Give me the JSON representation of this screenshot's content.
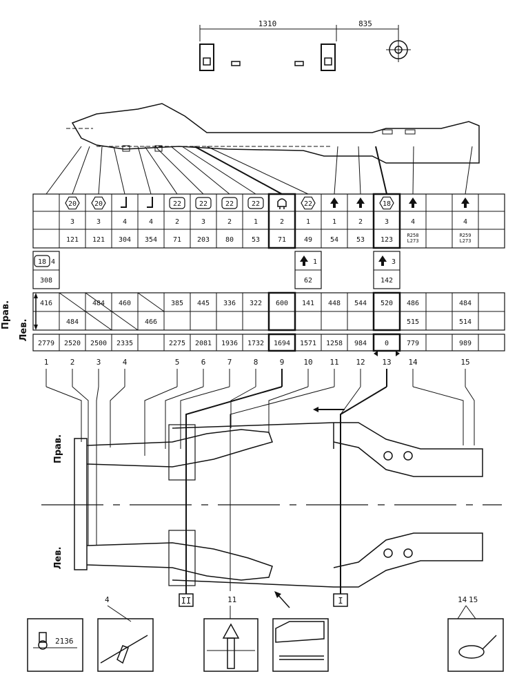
{
  "top_dims": {
    "d1": "1310",
    "d2": "835"
  },
  "icons": {
    "hex": "hexagon-bolt-icon",
    "arrow": "up-arrow-icon",
    "hook": "hook-icon",
    "mount": "mount-icon"
  },
  "columns": [
    {
      "icon": "",
      "qty": "",
      "size": ""
    },
    {
      "icon": "hex",
      "iconLabel": "20",
      "qty": "3",
      "size": "121"
    },
    {
      "icon": "hex",
      "iconLabel": "20",
      "qty": "3",
      "size": "121"
    },
    {
      "icon": "hook",
      "qty": "4",
      "size": "304"
    },
    {
      "icon": "hook",
      "qty": "4",
      "size": "354"
    },
    {
      "icon": "rect",
      "iconLabel": "22",
      "qty": "2",
      "size": "71"
    },
    {
      "icon": "rect",
      "iconLabel": "22",
      "qty": "3",
      "size": "203"
    },
    {
      "icon": "rect",
      "iconLabel": "22",
      "qty": "2",
      "size": "80"
    },
    {
      "icon": "rect",
      "iconLabel": "22",
      "qty": "1",
      "size": "53"
    },
    {
      "icon": "mount",
      "qty": "2",
      "size": "71"
    },
    {
      "icon": "hex",
      "iconLabel": "22",
      "qty": "1",
      "size": "49"
    },
    {
      "icon": "arrow",
      "qty": "1",
      "size": "54"
    },
    {
      "icon": "arrow",
      "qty": "2",
      "size": "53"
    },
    {
      "icon": "hex",
      "iconLabel": "18",
      "qty": "3",
      "size": "123"
    },
    {
      "icon": "arrow",
      "qty": "4",
      "size": "R258\nL273"
    },
    {
      "icon": "",
      "qty": "",
      "size": ""
    },
    {
      "icon": "arrow",
      "qty": "4",
      "size": "R259\nL273"
    },
    {
      "icon": "",
      "qty": "",
      "size": ""
    }
  ],
  "extra": [
    {
      "col": 0,
      "icon": "rect",
      "iconLabel": "18",
      "qty": "4",
      "size": "308"
    },
    {
      "col": 10,
      "icon": "arrow",
      "qty": "1",
      "size": "62"
    },
    {
      "col": 13,
      "icon": "arrow",
      "qty": "3",
      "size": "142"
    }
  ],
  "row_labels": {
    "right": "Прав.",
    "left": "Лев."
  },
  "right_vals": [
    "416",
    "",
    "484",
    "460",
    "",
    "385",
    "445",
    "336",
    "322",
    "600",
    "141",
    "448",
    "544",
    "520",
    "486",
    "",
    "484",
    ""
  ],
  "left_vals": [
    "",
    "484",
    "",
    "",
    "466",
    "",
    "",
    "",
    "",
    "",
    "",
    "",
    "",
    "",
    "515",
    "",
    "514",
    ""
  ],
  "distances": [
    "2779",
    "2520",
    "2500",
    "2335",
    "",
    "2275",
    "2081",
    "1936",
    "1732",
    "1694",
    "1571",
    "1258",
    "984",
    "0",
    "779",
    "",
    "989",
    ""
  ],
  "points": [
    "1",
    "2",
    "3",
    "4",
    "5",
    "6",
    "7",
    "8",
    "9",
    "10",
    "11",
    "12",
    "13",
    "14",
    "15"
  ],
  "frame_labels": {
    "right": "Прав.",
    "left": "Лев."
  },
  "sections": {
    "ii": "II",
    "i": "I"
  },
  "callouts": {
    "c1": "4",
    "c2": "11",
    "c3": "14",
    "c4": "15"
  },
  "inset_value": "2136"
}
